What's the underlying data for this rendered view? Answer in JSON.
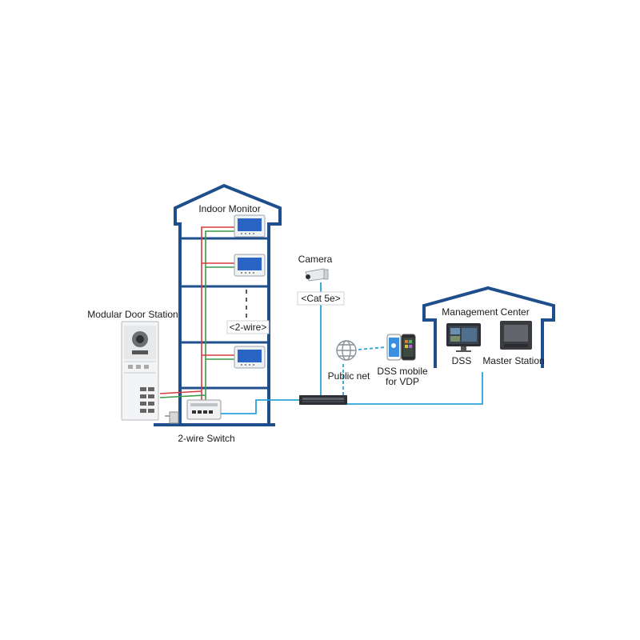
{
  "labels": {
    "indoor_monitor": "Indoor Monitor",
    "camera": "Camera",
    "cat5e": "<Cat 5e>",
    "modular_door_station": "Modular Door Station",
    "two_wire": "<2-wire>",
    "public_net": "Public net",
    "dss_mobile_line1": "DSS mobile",
    "dss_mobile_line2": "for VDP",
    "management_center": "Management Center",
    "dss": "DSS",
    "master_station": "Master Station",
    "two_wire_switch": "2-wire Switch"
  },
  "colors": {
    "building_outline": "#1f4e8c",
    "wire_red": "#d83a3a",
    "wire_green": "#3a9a4a",
    "network_blue": "#2aa3d8"
  }
}
